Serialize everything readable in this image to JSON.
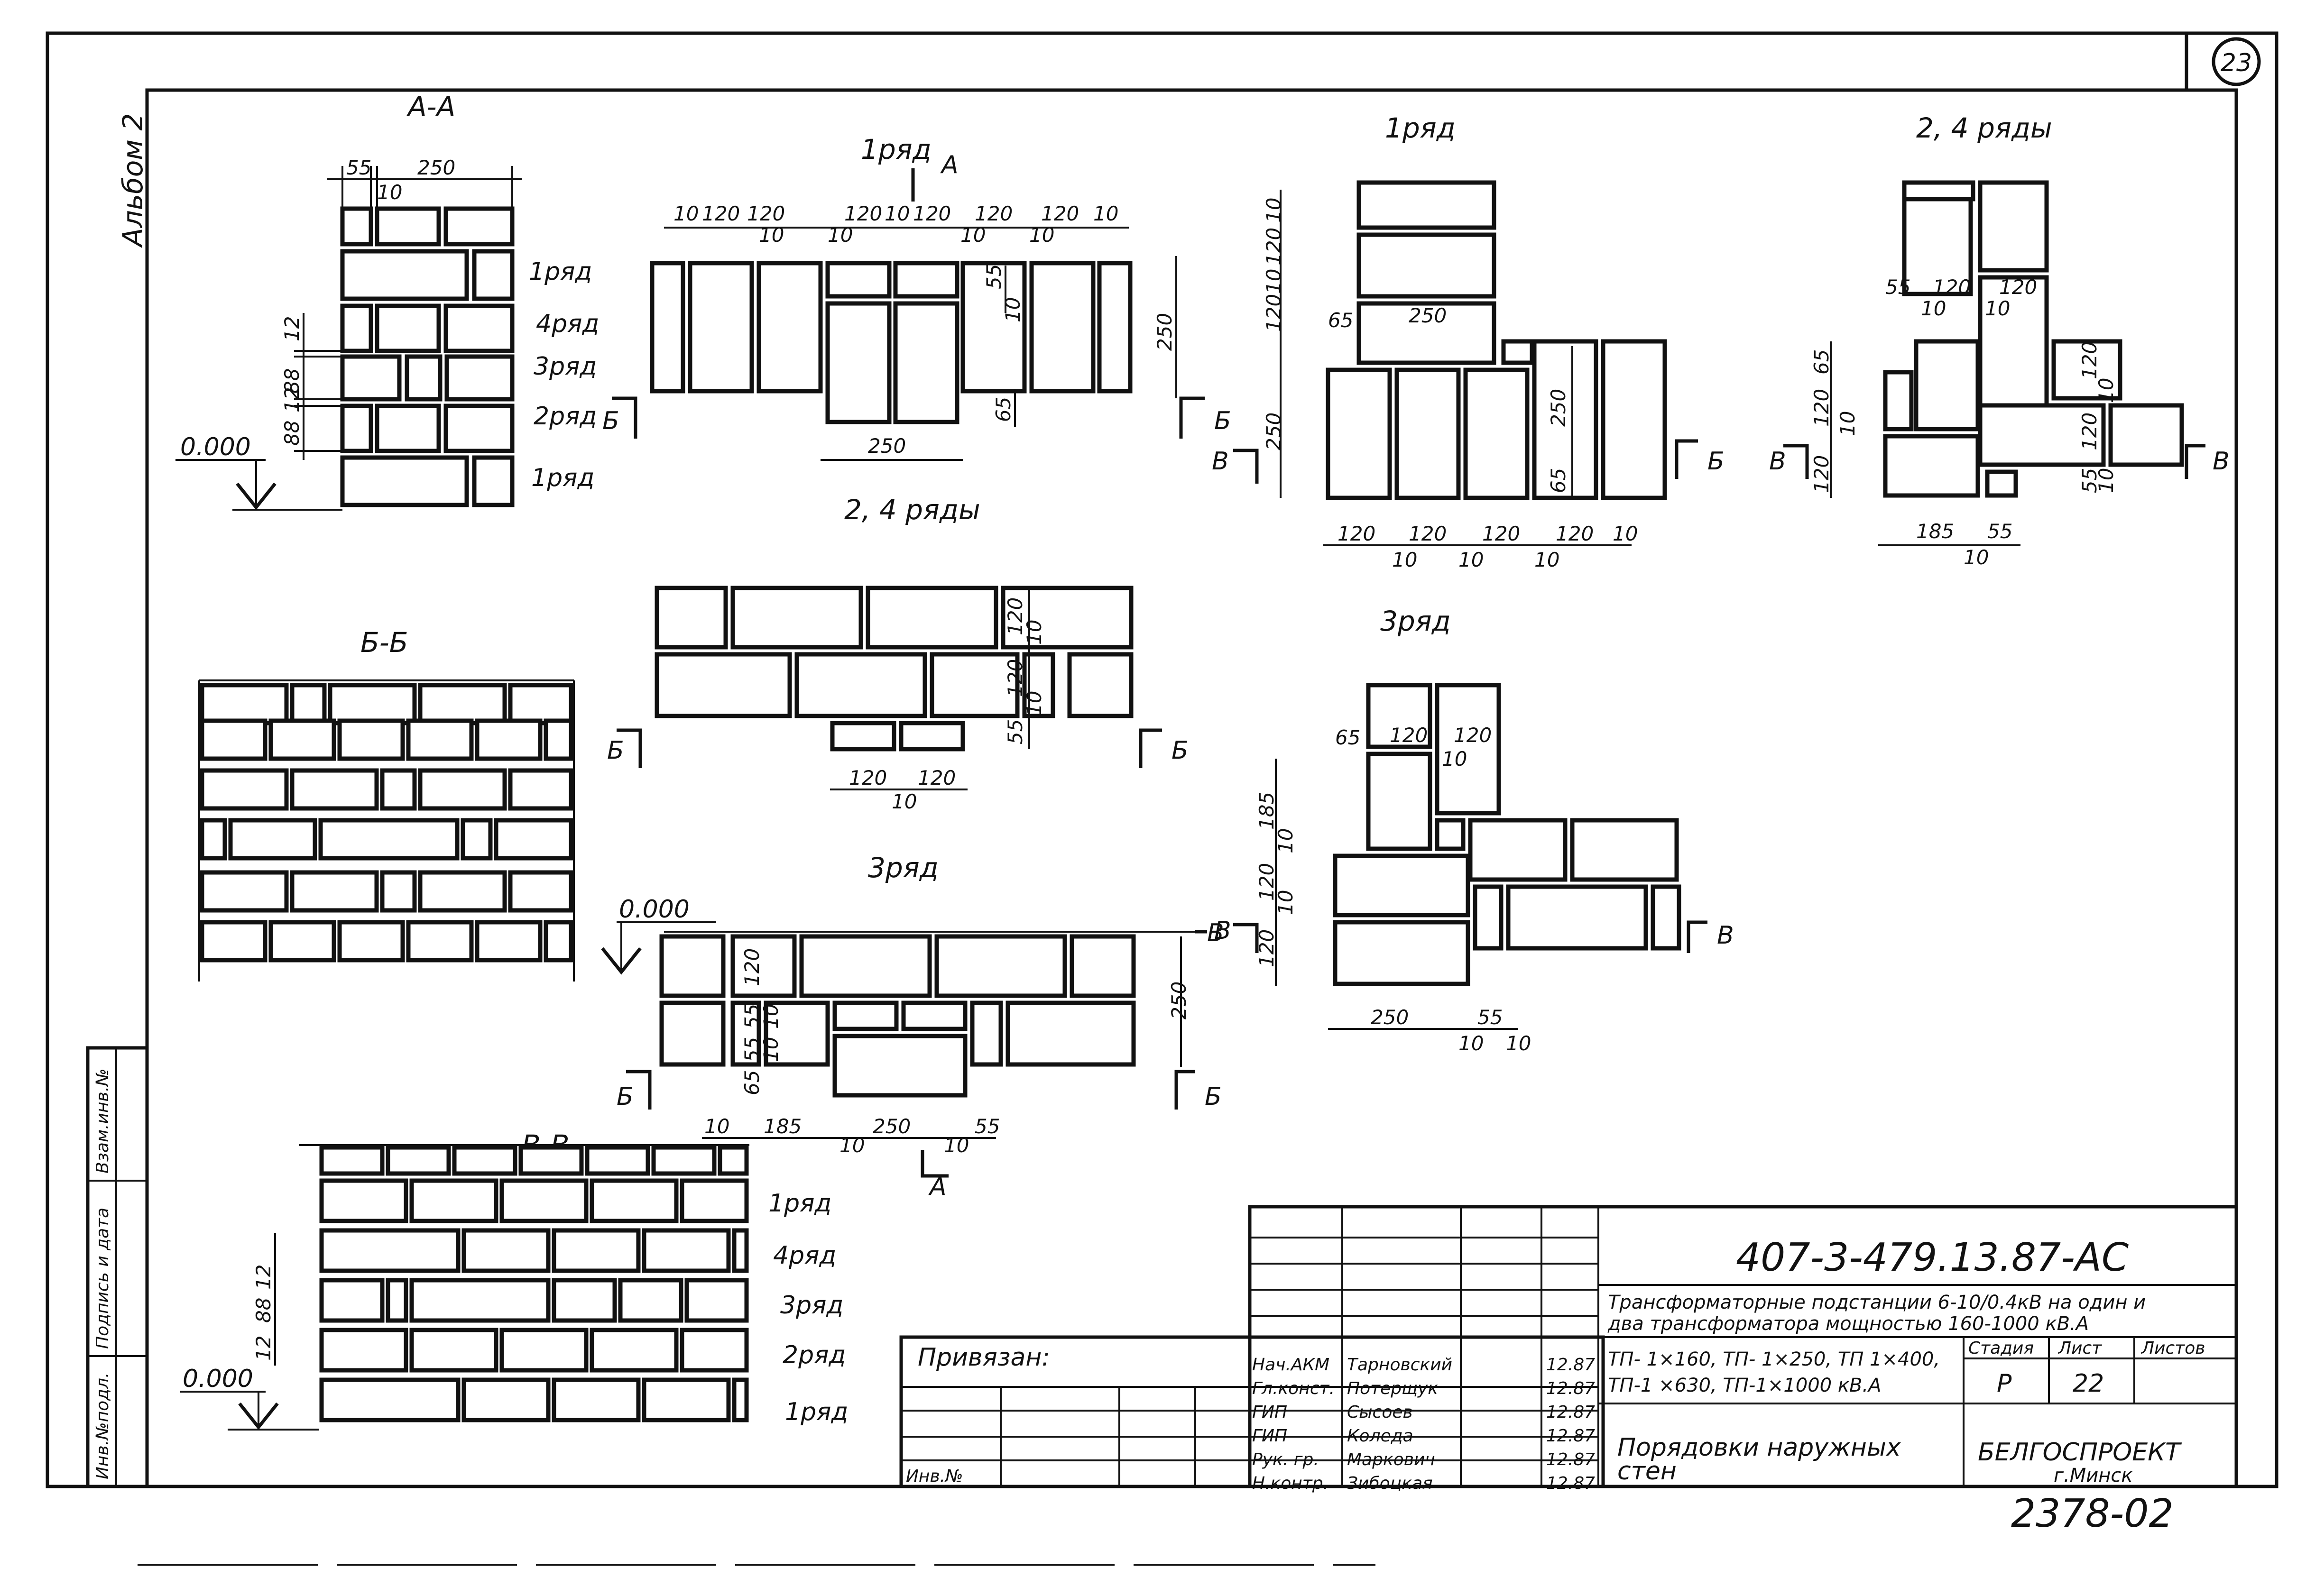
{
  "sheet": {
    "page_number": "23",
    "album_label": "Альбом 2",
    "drawing_code": "407-3-479.13.87-АС",
    "title_line_1": "Трансформаторные подстанции 6-10/0.4кВ на один и",
    "title_line_2": "два трансформатора мощностью 160-1000 кВ.А",
    "variant_line_1": "ТП- 1×160, ТП- 1×250, ТП 1×400,",
    "variant_line_2": "ТП-1 ×630, ТП-1×1000 кВ.А",
    "sheet_name_1": "Порядовки наружных",
    "sheet_name_2": "стен",
    "organization": "БЕЛГОСПРОЕКТ",
    "city": "г.Минск",
    "archive_number": "2378-02",
    "bound_label": "Привязан:",
    "inv_label": "Инв.№"
  },
  "stage_table": {
    "headers": [
      "Стадия",
      "Лист",
      "Листов"
    ],
    "values": [
      "Р",
      "22",
      ""
    ]
  },
  "signatures": [
    {
      "role": "Нач.АКМ",
      "name": "Тарновский",
      "date": "12.87"
    },
    {
      "role": "Гл.конст.",
      "name": "Потерщук",
      "date": "12.87"
    },
    {
      "role": "ГИП",
      "name": "Сысоев",
      "date": "12.87"
    },
    {
      "role": "ГИП",
      "name": "Коледа",
      "date": "12.87"
    },
    {
      "role": "Рук. гр.",
      "name": "Маркович",
      "date": "12.87"
    },
    {
      "role": "Н.контр.",
      "name": "Зибоцкая",
      "date": "12.87"
    }
  ],
  "side_stamp": [
    "Инв.№подл.",
    "Подпись и дата",
    "Взам.инв.№"
  ],
  "views": {
    "aa_title": "А-А",
    "bb_title": "Б-Б",
    "vv_title": "В-В",
    "row1_title": "1ряд",
    "row24_title": "2, 4 ряды",
    "row3_title": "3ряд",
    "row24_under": "2, 4 ряды",
    "row3_corner_title": "3ряд",
    "row1_corner_title": "1ряд",
    "row24_corner_title": "2, 4 ряды"
  },
  "row_labels": [
    "1ряд",
    "4ряд",
    "3ряд",
    "2ряд",
    "1ряд"
  ],
  "level_mark": "0.000",
  "section_marks": {
    "a": "А",
    "b": "Б",
    "v": "В"
  },
  "dims": {
    "d10": "10",
    "d12": "12",
    "d55": "55",
    "d65": "65",
    "d88": "88",
    "d120": "120",
    "d185": "185",
    "d250": "250"
  }
}
